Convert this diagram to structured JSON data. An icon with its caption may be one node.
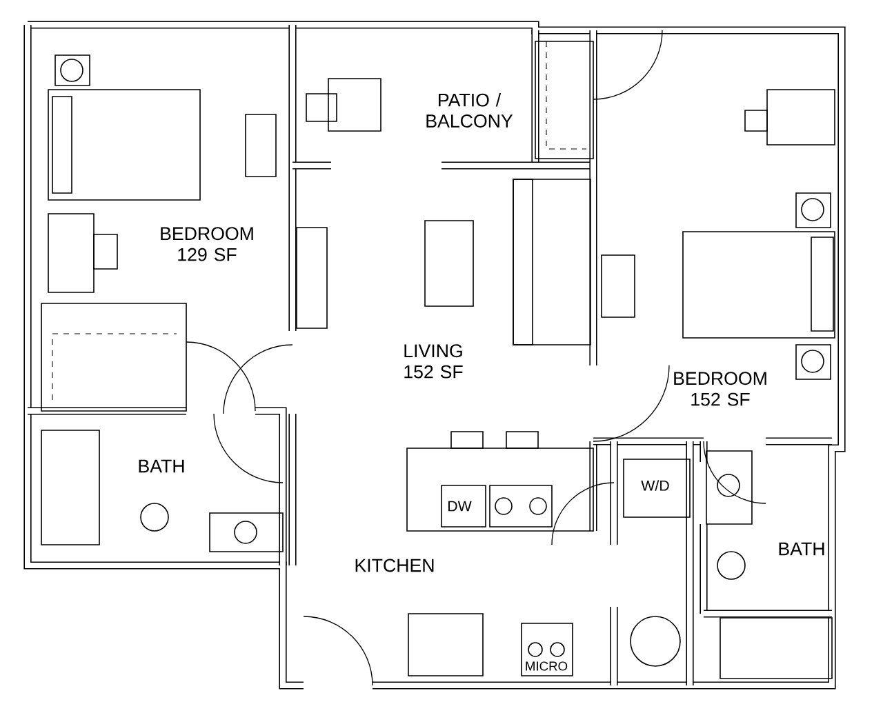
{
  "diagram": {
    "labels": [
      "PATIO / BALCONY",
      "BEDROOM 129 SF",
      "LIVING 152 SF",
      "BEDROOM 152 SF",
      "BATH",
      "W/D",
      "DW",
      "BATH",
      "KITCHEN",
      "MICRO"
    ]
  }
}
